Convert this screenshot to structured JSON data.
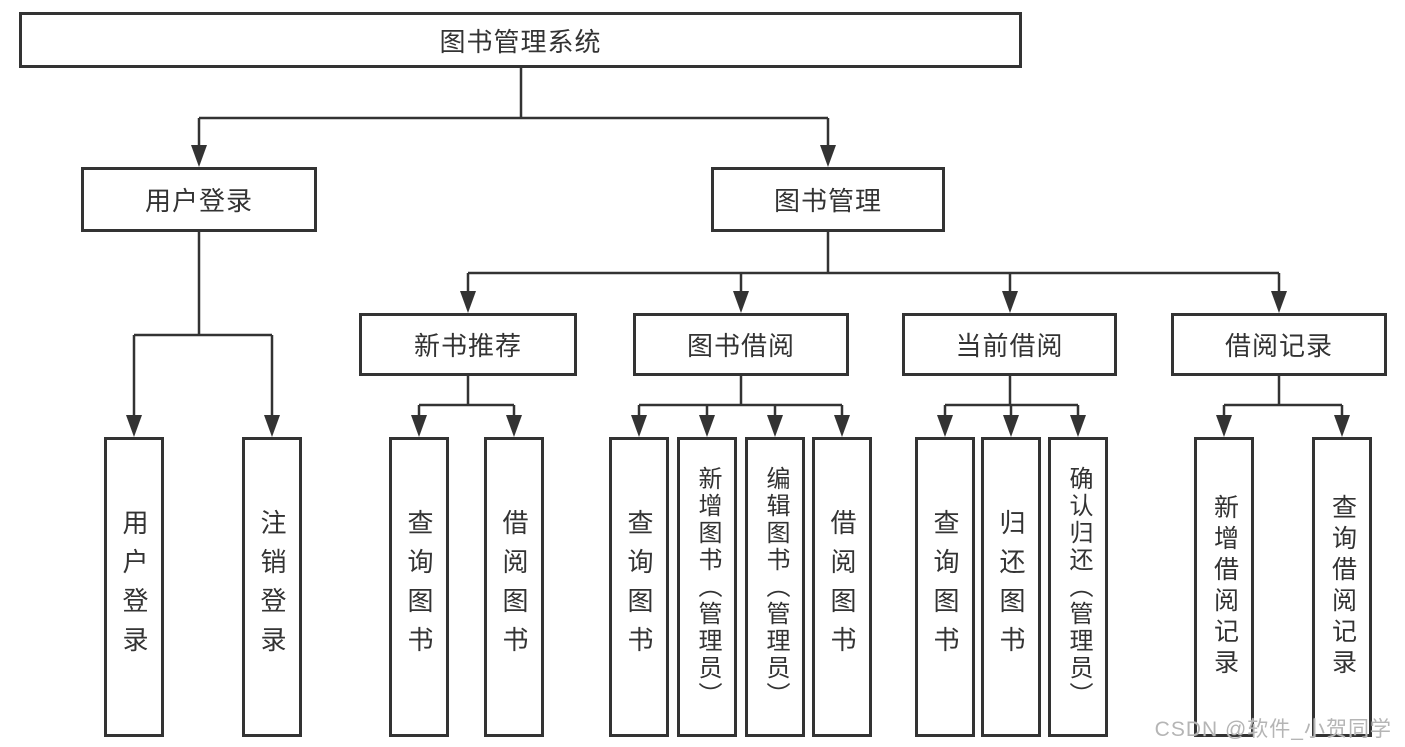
{
  "tree": {
    "root": {
      "label": "图书管理系统",
      "children": [
        {
          "label": "用户登录",
          "children": [
            {
              "label": "用户登录"
            },
            {
              "label": "注销登录"
            }
          ]
        },
        {
          "label": "图书管理",
          "children": [
            {
              "label": "新书推荐",
              "children": [
                {
                  "label": "查询图书"
                },
                {
                  "label": "借阅图书"
                }
              ]
            },
            {
              "label": "图书借阅",
              "children": [
                {
                  "label": "查询图书"
                },
                {
                  "label": "新增图书（管理员）"
                },
                {
                  "label": "编辑图书（管理员）"
                },
                {
                  "label": "借阅图书"
                }
              ]
            },
            {
              "label": "当前借阅",
              "children": [
                {
                  "label": "查询图书"
                },
                {
                  "label": "归还图书"
                },
                {
                  "label": "确认归还（管理员）"
                }
              ]
            },
            {
              "label": "借阅记录",
              "children": [
                {
                  "label": "新增借阅记录"
                },
                {
                  "label": "查询借阅记录"
                }
              ]
            }
          ]
        }
      ]
    }
  },
  "watermark": {
    "text": "CSDN @软件_小贺同学",
    "color": "#b5b5b5"
  },
  "colors": {
    "line": "#333333",
    "box_border": "#333333",
    "text": "#333333",
    "background": "#ffffff"
  }
}
